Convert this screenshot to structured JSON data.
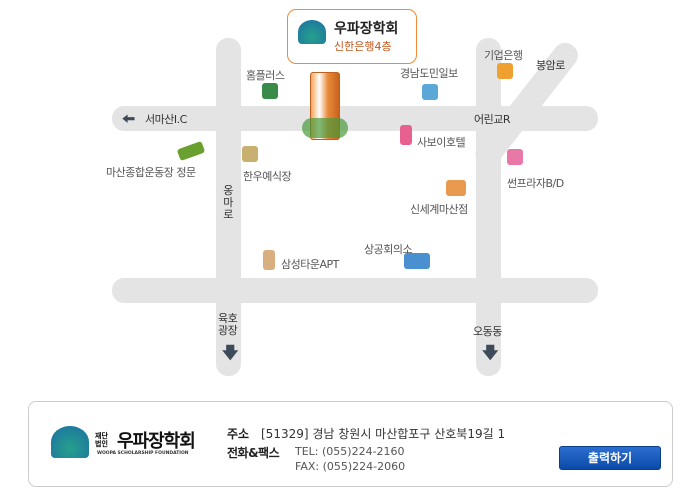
{
  "callout": {
    "title": "우파장학회",
    "subtitle": "신한은행4층"
  },
  "landmarks": {
    "homeplus": "홈플러스",
    "gyeongnam_daily": "경남도민일보",
    "ibk": "기업은행",
    "bongam_ro": "봉암로",
    "seomasan_ic": "서마산I.C",
    "eoringyo_r": "어린교R",
    "sabo_hotel": "사보이호텔",
    "stadium": "마산종합운동장 정문",
    "hanwoo": "한우예식장",
    "sunplaza": "썬프라자B/D",
    "shinsegae": "신세계마산점",
    "ongma_ro": "옹마로",
    "chamber": "상공회의소",
    "samsung_town": "삼성타운APT",
    "yukho": "육호\n광장",
    "yukho_1": "육호",
    "yukho_2": "광장",
    "odong": "오동동"
  },
  "footer": {
    "logo_small1": "재단",
    "logo_small2": "법인",
    "logo_name": "우파장학회",
    "logo_en": "WOOPA SCHOLARSHIP FOUNDATION",
    "address_label": "주소",
    "address": "[51329] 경남 창원시 마산합포구 산호북19길 1",
    "contact_label": "전화&팩스",
    "tel": "TEL: (055)224-2160",
    "fax": "FAX: (055)224-2060",
    "print_button": "출력하기"
  }
}
